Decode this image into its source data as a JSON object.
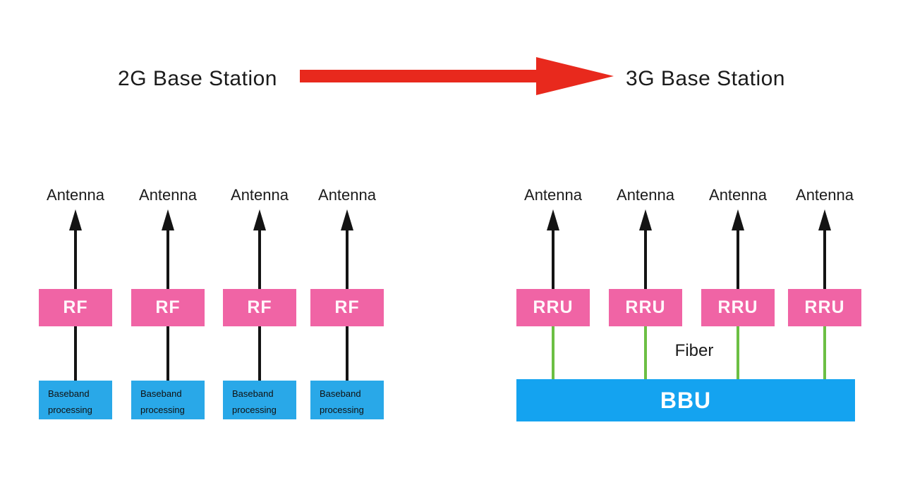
{
  "header": {
    "left_title": "2G Base Station",
    "right_title": "3G Base Station"
  },
  "colors": {
    "arrow_red": "#e8291d",
    "box_pink": "#f064a5",
    "box_blue": "#29a8e8",
    "bbu_blue": "#14a3f0",
    "fiber_green": "#6cbf44",
    "line_black": "#141414"
  },
  "left_station": {
    "columns": [
      {
        "antenna": "Antenna",
        "rf": "RF",
        "baseband_line1": "Baseband",
        "baseband_line2": "processing"
      },
      {
        "antenna": "Antenna",
        "rf": "RF",
        "baseband_line1": "Baseband",
        "baseband_line2": "processing"
      },
      {
        "antenna": "Antenna",
        "rf": "RF",
        "baseband_line1": "Baseband",
        "baseband_line2": "processing"
      },
      {
        "antenna": "Antenna",
        "rf": "RF",
        "baseband_line1": "Baseband",
        "baseband_line2": "processing"
      }
    ]
  },
  "right_station": {
    "columns": [
      {
        "antenna": "Antenna",
        "rru": "RRU"
      },
      {
        "antenna": "Antenna",
        "rru": "RRU"
      },
      {
        "antenna": "Antenna",
        "rru": "RRU"
      },
      {
        "antenna": "Antenna",
        "rru": "RRU"
      }
    ],
    "fiber_label": "Fiber",
    "bbu_label": "BBU"
  }
}
